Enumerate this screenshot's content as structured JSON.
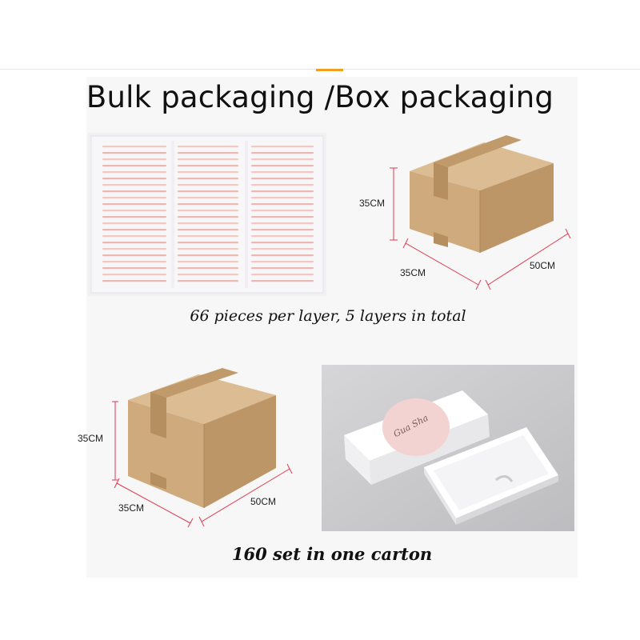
{
  "title": "Bulk packaging /Box packaging",
  "caption_bulk": "66 pieces per layer, 5 layers in total",
  "caption_box": "160 set in  one carton",
  "carton_top": {
    "height_label": "35CM",
    "width_label": "35CM",
    "length_label": "50CM"
  },
  "carton_bottom": {
    "height_label": "35CM",
    "width_label": "35CM",
    "length_label": "50CM"
  },
  "gift_box": {
    "brand": "Gua Sha"
  },
  "colors": {
    "accent": "#f0a020",
    "cardboard": "#c9a67a",
    "dimension_line": "#e03a50",
    "label_circle": "#f3d3d2"
  }
}
